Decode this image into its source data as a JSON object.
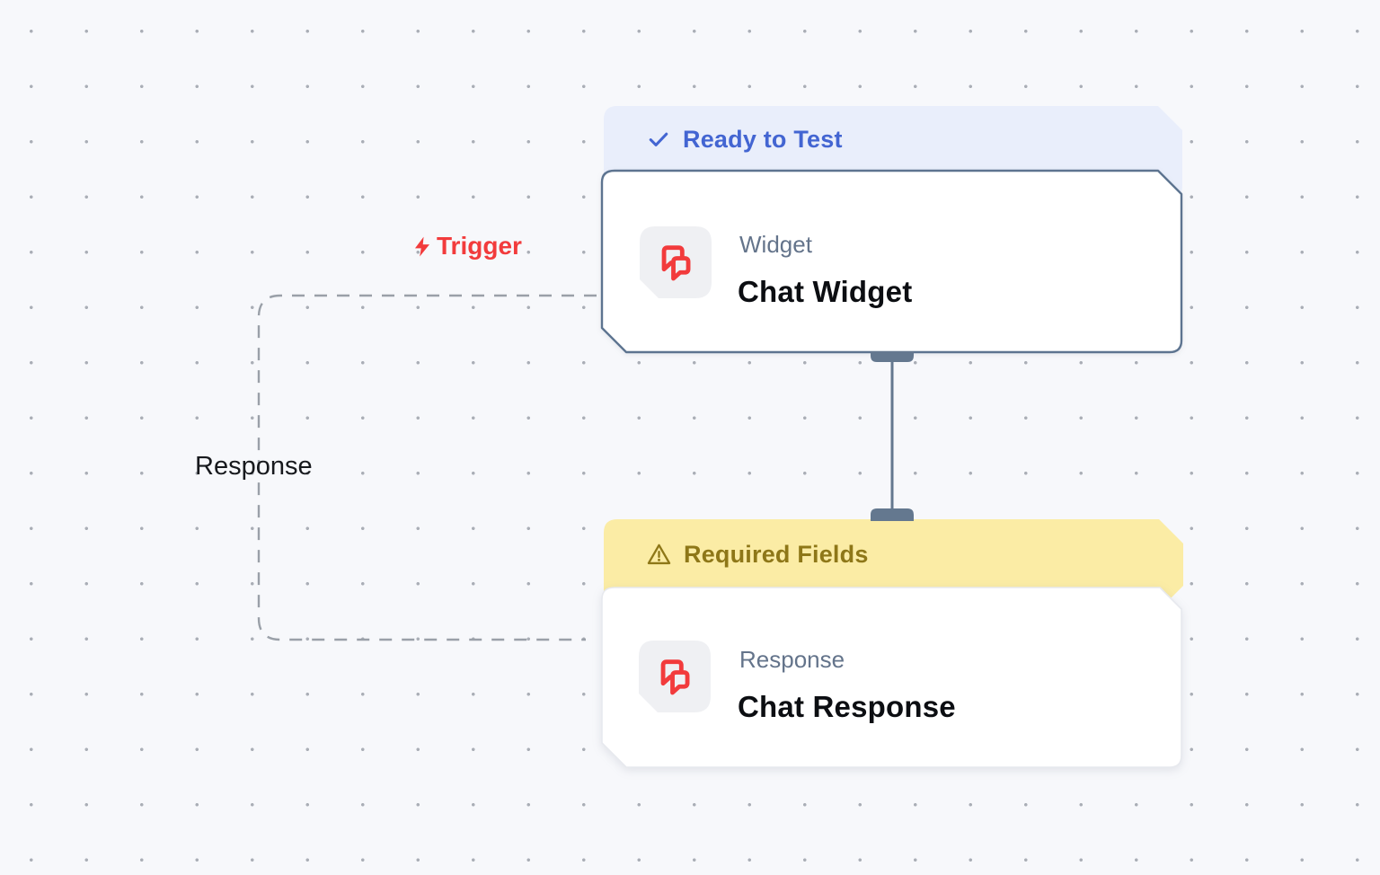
{
  "canvas": {
    "background_color": "#f7f8fb",
    "dot_color": "#aaaeb6"
  },
  "node_chat_widget": {
    "status": {
      "label": "Ready to Test",
      "icon": "check-icon",
      "text_color": "#4365d2",
      "bg_color": "#e9eefb"
    },
    "type_label": "Widget",
    "title": "Chat Widget",
    "icon": "chat-bubbles-icon",
    "icon_color": "#f23b3c",
    "border_color": "#5d7490"
  },
  "node_chat_response": {
    "status": {
      "label": "Required Fields",
      "icon": "warning-icon",
      "text_color": "#8e7718",
      "bg_color": "#fbeca5"
    },
    "type_label": "Response",
    "title": "Chat Response",
    "icon": "chat-bubbles-icon",
    "icon_color": "#f23b3c"
  },
  "edge_trigger": {
    "label": "Trigger",
    "icon": "lightning-icon",
    "color": "#f23b3c"
  },
  "edge_response": {
    "label": "Response",
    "style": "dashed",
    "line_color": "#9aa0a8",
    "label_color": "#17191d"
  },
  "connector": {
    "color": "#64788f"
  }
}
